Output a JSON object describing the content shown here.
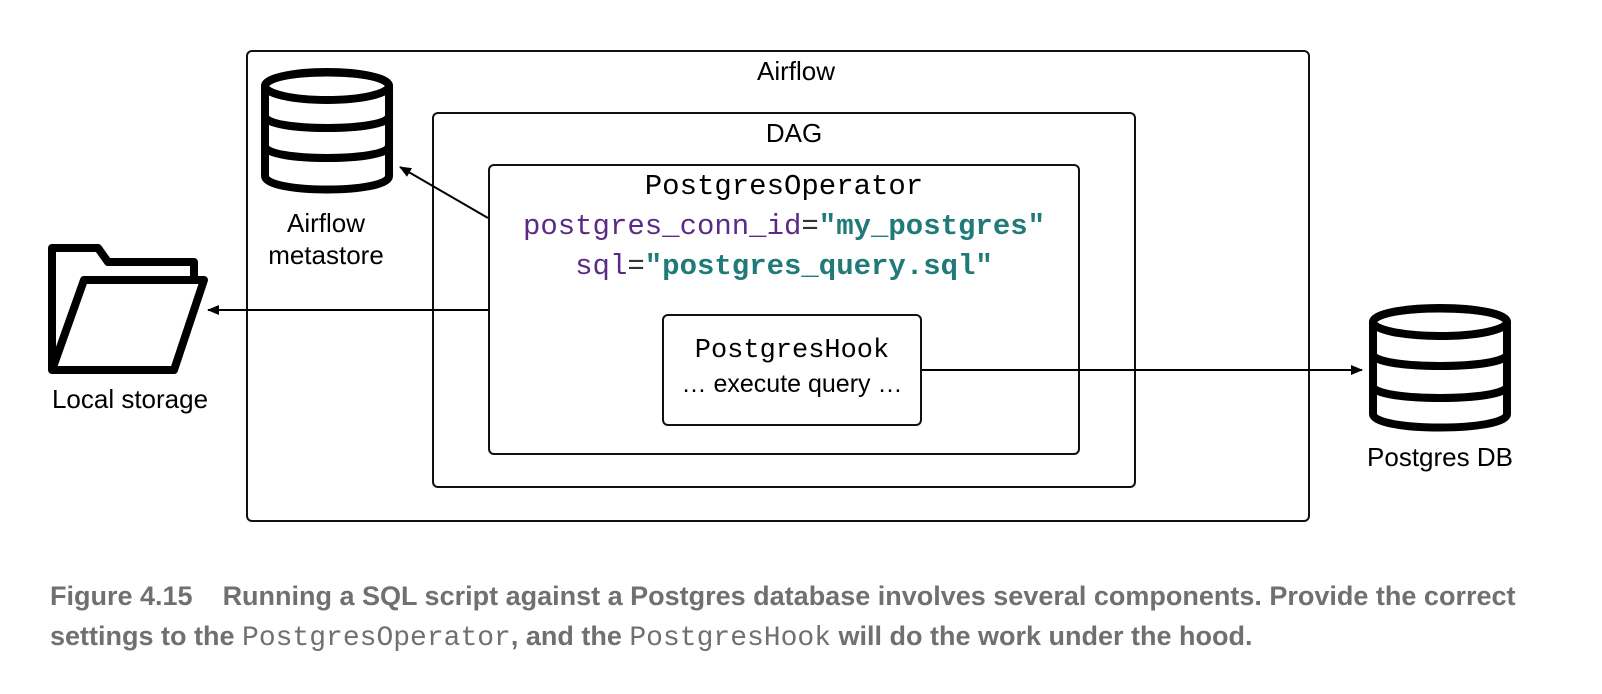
{
  "diagram": {
    "airflow_box": {
      "title": "Airflow"
    },
    "dag_box": {
      "title": "DAG"
    },
    "operator_box": {
      "title": "PostgresOperator",
      "param1": {
        "key": "postgres_conn_id",
        "eq": "=",
        "value": "\"my_postgres\""
      },
      "param2": {
        "key": "sql",
        "eq": "=",
        "value": "\"postgres_query.sql\""
      }
    },
    "hook_box": {
      "title": "PostgresHook",
      "subtitle": "… execute query …"
    },
    "metastore": {
      "line1": "Airflow",
      "line2": "metastore",
      "icon": "database-icon"
    },
    "local_storage": {
      "label": "Local storage",
      "icon": "folder-icon"
    },
    "postgres_db": {
      "label": "Postgres DB",
      "icon": "database-icon"
    }
  },
  "caption": {
    "figure_number": "Figure 4.15",
    "text1": "Running a SQL script against a Postgres database involves several components. Provide the correct settings to the ",
    "code1": "PostgresOperator",
    "text2": ", and the ",
    "code2": "PostgresHook",
    "text3": " will do the work under the hood."
  },
  "colors": {
    "keyword": "#5b2a86",
    "string": "#1f7a78",
    "caption": "#707070"
  }
}
